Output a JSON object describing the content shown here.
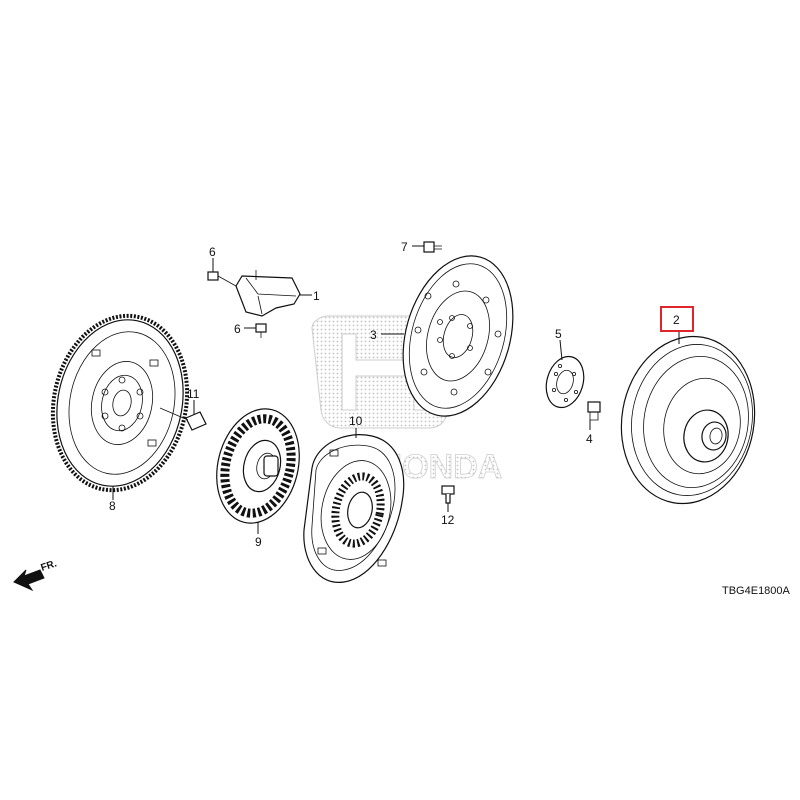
{
  "labels": {
    "p1": "1",
    "p2": "2",
    "p3": "3",
    "p4": "4",
    "p5": "5",
    "p6a": "6",
    "p6b": "6",
    "p7": "7",
    "p8": "8",
    "p9": "9",
    "p10": "10",
    "p11": "11",
    "p12": "12"
  },
  "front_marker": "FR.",
  "diagram_code": "TBG4E1800A",
  "watermark": {
    "logo": "HONDA"
  },
  "highlight": {
    "part": "2",
    "color": "#e0262b"
  },
  "colors": {
    "line": "#111111",
    "watermark": "#c8c8c8"
  }
}
